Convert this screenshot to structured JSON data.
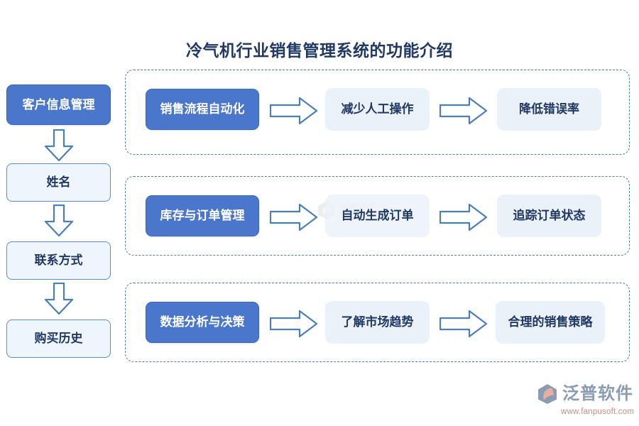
{
  "page": {
    "title": "冷气机行业销售管理系统的功能介绍",
    "background_color": "#FFFFFF"
  },
  "colors": {
    "primary_blue": "#4A76CC",
    "pale_blue_fill": "#EFF5FC",
    "plain_node_fill": "#EBF1F9",
    "node_border": "#5B8BD0",
    "dashed_border": "#4A7EBB",
    "title_text": "#1F3864",
    "node_text": "#203864",
    "solid_node_text": "#FFFFFF",
    "brand_gray": "#8A9BB4",
    "brand_salmon": "#C98B7E"
  },
  "left_column": {
    "name": "客户信息管理流程",
    "head": {
      "label": "客户信息管理",
      "style": "solid"
    },
    "steps": [
      {
        "label": "姓名",
        "style": "outline"
      },
      {
        "label": "联系方式",
        "style": "outline"
      },
      {
        "label": "购买历史",
        "style": "outline"
      }
    ],
    "connector_icon": "arrow-down-icon"
  },
  "flow_groups": [
    {
      "id": "group-sales-automation",
      "head": {
        "label": "销售流程自动化",
        "style": "solid"
      },
      "connector_icon": "arrow-right-icon",
      "steps": [
        {
          "label": "减少人工操作",
          "style": "plain"
        },
        {
          "label": "降低错误率",
          "style": "plain"
        }
      ]
    },
    {
      "id": "group-inventory-order",
      "head": {
        "label": "库存与订单管理",
        "style": "solid"
      },
      "connector_icon": "arrow-right-icon",
      "steps": [
        {
          "label": "自动生成订单",
          "style": "plain"
        },
        {
          "label": "追踪订单状态",
          "style": "plain"
        }
      ]
    },
    {
      "id": "group-data-analysis",
      "head": {
        "label": "数据分析与决策",
        "style": "solid"
      },
      "connector_icon": "arrow-right-icon",
      "steps": [
        {
          "label": "了解市场趋势",
          "style": "plain"
        },
        {
          "label": "合理的销售策略",
          "style": "plain"
        }
      ]
    }
  ],
  "watermark": {
    "name": "泛普软件",
    "url": "www.fanpusoft.com"
  },
  "brand": {
    "name": "泛普软件",
    "url": "www.fanpusoft.com",
    "logo_icon": "fanpu-hexagon-logo-icon"
  }
}
